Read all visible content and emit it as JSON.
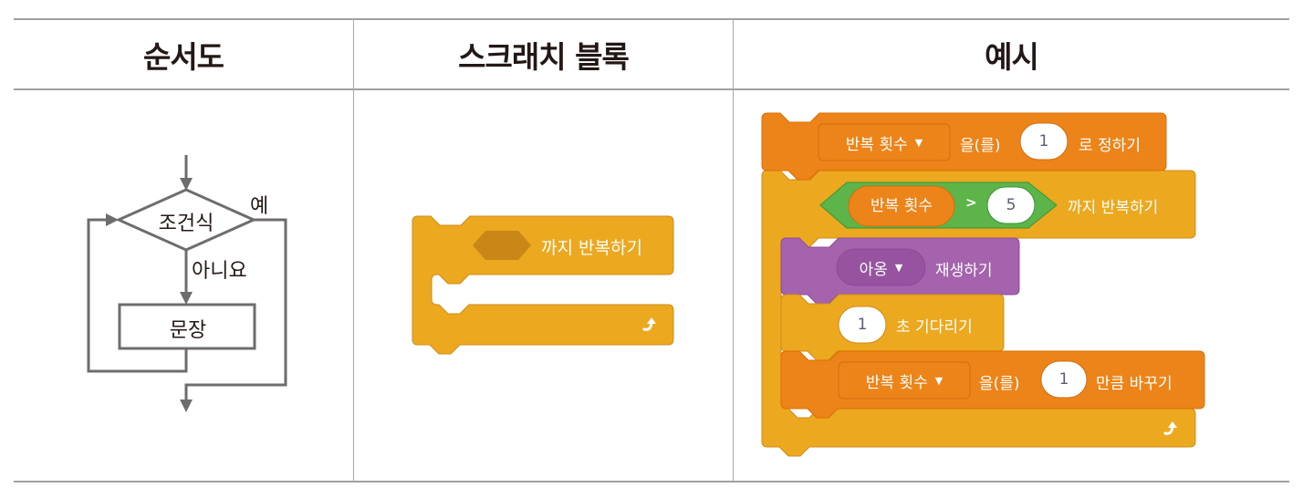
{
  "table": {
    "headers": [
      "순서도",
      "스크래치 블록",
      "예시"
    ]
  },
  "flowchart": {
    "condition": "조건식",
    "yes_label": "예",
    "no_label": "아니요",
    "statement": "문장"
  },
  "scratch_block": {
    "label": "까지 반복하기",
    "loop_arrow": "↻"
  },
  "example": {
    "set_block": {
      "variable": "반복 횟수",
      "particle": "을(를)",
      "value": "1",
      "suffix": "로 정하기"
    },
    "repeat_until": {
      "variable": "반복 횟수",
      "operator": ">",
      "value": "5",
      "suffix": "까지 반복하기"
    },
    "play_sound": {
      "sound": "아옹",
      "suffix": "재생하기"
    },
    "wait": {
      "value": "1",
      "suffix": "초 기다리기"
    },
    "change_block": {
      "variable": "반복 횟수",
      "particle": "을(를)",
      "value": "1",
      "suffix": "만큼 바꾸기"
    }
  },
  "colors": {
    "control": "#ECA81E",
    "control_border": "#CF8B17",
    "variables": "#EC841A",
    "variables_border": "#DB6E00",
    "operators": "#5DB449",
    "operators_border": "#389438",
    "sound": "#A562AD",
    "sound_border": "#8E4A97",
    "line": "#6d6d6d"
  }
}
